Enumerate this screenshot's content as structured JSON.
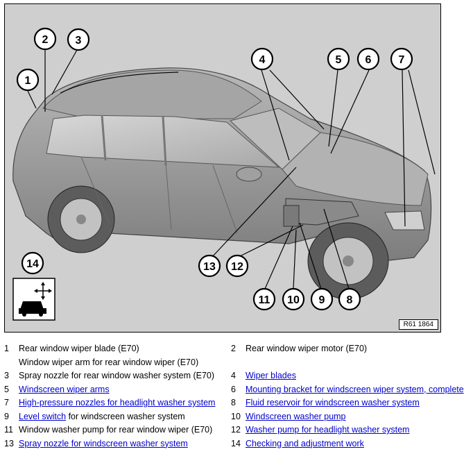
{
  "figure": {
    "reference": "R61 1864",
    "callouts": [
      "1",
      "2",
      "3",
      "4",
      "5",
      "6",
      "7",
      "8",
      "9",
      "10",
      "11",
      "12",
      "13",
      "14"
    ]
  },
  "legend": [
    {
      "num": "1",
      "parts": [
        {
          "text": "Rear window wiper blade (E70)",
          "link": false
        }
      ]
    },
    {
      "num": "2",
      "parts": [
        {
          "text": "Rear window wiper motor (E70)",
          "link": false
        }
      ]
    },
    {
      "num": "",
      "parts": [
        {
          "text": "Window wiper arm for rear window wiper (E70)",
          "link": false
        }
      ]
    },
    {
      "num": "3",
      "parts": [
        {
          "text": "Spray nozzle for rear window washer system (E70)",
          "link": false
        }
      ]
    },
    {
      "num": "4",
      "parts": [
        {
          "text": "Wiper blades",
          "link": true
        }
      ]
    },
    {
      "num": "5",
      "parts": [
        {
          "text": "Windscreen wiper arms",
          "link": true
        }
      ]
    },
    {
      "num": "6",
      "parts": [
        {
          "text": "Mounting bracket for windscreen wiper system, complete",
          "link": true
        }
      ]
    },
    {
      "num": "7",
      "parts": [
        {
          "text": "High-pressure nozzles for headlight washer system",
          "link": true
        }
      ]
    },
    {
      "num": "8",
      "parts": [
        {
          "text": "Fluid reservoir for windscreen washer system",
          "link": true
        }
      ]
    },
    {
      "num": "9",
      "parts": [
        {
          "text": "Level switch",
          "link": true
        },
        {
          "text": " for windscreen washer system",
          "link": false
        }
      ]
    },
    {
      "num": "10",
      "parts": [
        {
          "text": "Windscreen washer pump",
          "link": true
        }
      ]
    },
    {
      "num": "11",
      "parts": [
        {
          "text": "Window washer pump for rear window wiper (E70)",
          "link": false
        }
      ]
    },
    {
      "num": "12",
      "parts": [
        {
          "text": "Washer pump for headlight washer system",
          "link": true
        }
      ]
    },
    {
      "num": "13",
      "parts": [
        {
          "text": "Spray nozzle for windscreen washer system",
          "link": true
        }
      ]
    },
    {
      "num": "14",
      "parts": [
        {
          "text": "Checking and adjustment work",
          "link": true
        }
      ]
    }
  ],
  "colors": {
    "link": "#0000cc",
    "figure_background": "#cfcfcf",
    "car_body": "#9a9a9a"
  },
  "icons": {
    "service_icon": "car-with-adjust-arrows-icon"
  }
}
